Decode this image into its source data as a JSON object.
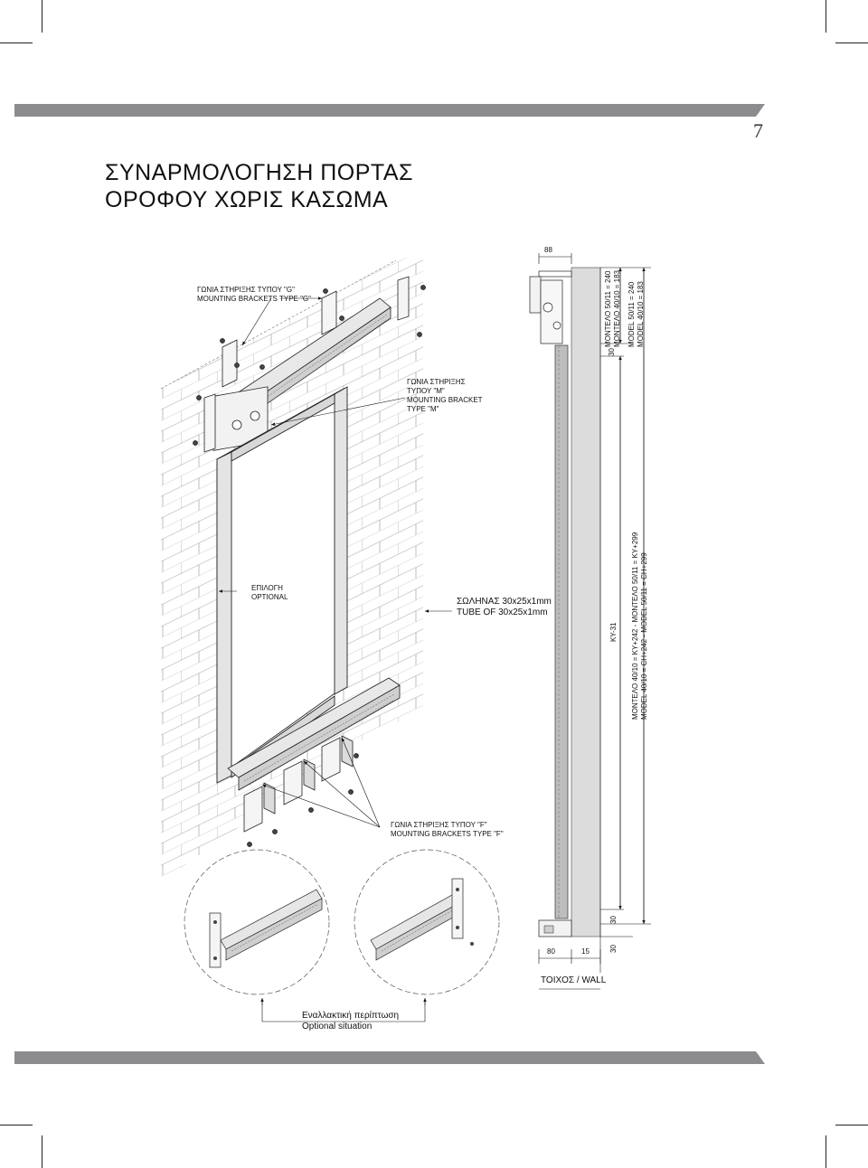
{
  "page": {
    "number": "7",
    "title_lines": [
      "ΣΥΝΑΡΜΟΛΟΓΗΣΗ ΠΟΡΤΑΣ",
      "ΟΡΟΦΟΥ ΧΩΡΙΣ ΚΑΣΩΜΑ"
    ],
    "accent_bar_color": "#8c8c8f"
  },
  "labels": {
    "bracket_g": [
      "ΓΩΝΙΑ ΣΤΗΡΙΞΗΣ ΤΥΠΟΥ \"G\"",
      "MOUNTING BRACKETS TYPE \"G\""
    ],
    "bracket_m": [
      "ΓΩΝΙΑ ΣΤΗΡΙΞΗΣ",
      "ΤΥΠΟΥ \"M\"",
      "MOUNTING BRACKET",
      "TYPE \"M\""
    ],
    "optional": [
      "ΕΠΙΛΟΓΗ",
      "OPTIONAL"
    ],
    "tube": [
      "ΣΩΛΗΝΑΣ 30x25x1mm",
      "TUBE OF 30x25x1mm"
    ],
    "bracket_f": [
      "ΓΩΝΙΑ ΣΤΗΡΙΞΗΣ ΤΥΠΟΥ \"F\"",
      "MOUNTING BRACKETS TYPE \"F\""
    ],
    "alternative": [
      "Εναλλακτική περίπτωση",
      "Optional situation"
    ],
    "wall": "ΤΟΙΧΟΣ / WALL"
  },
  "dimensions": {
    "top_width": "88",
    "header_heights": [
      "ΜΟΝΤΕΛΟ 50/11 = 240",
      "ΜΟΝΤΕΛΟ 40/10 = 183",
      "MODEL 50/11 = 240",
      "MODEL 40/10 = 183"
    ],
    "top_gap": "30",
    "height_ky": "KY-31",
    "total_heights": [
      "ΜΟΝΤΕΛΟ 40/10 = KY+242 - ΜΟΝΤΕΛΟ 50/11 = KY+299",
      "MODEL 40/10 = CH+242 - MODEL 50/11 = CH+299"
    ],
    "bottom_gap": "30",
    "bottom_gap_2": "30",
    "bottom_left": "80",
    "bottom_mid": "15"
  }
}
